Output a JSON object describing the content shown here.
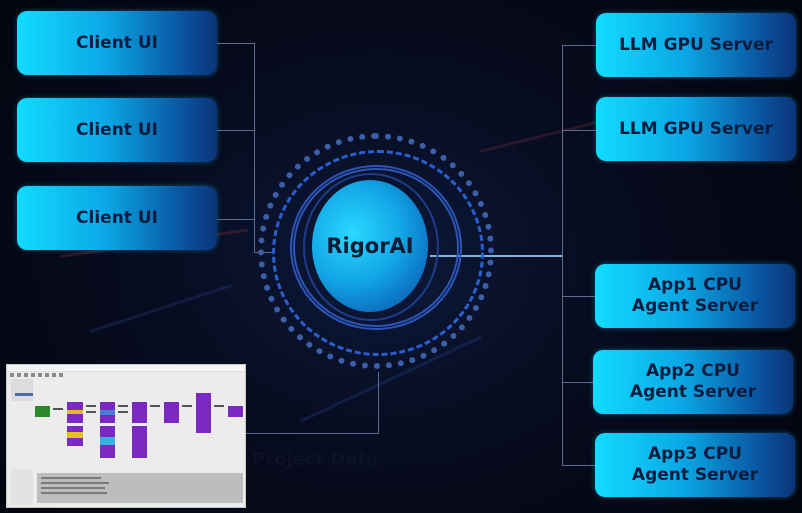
{
  "diagram": {
    "hub": {
      "label": "RigorAI"
    },
    "left_nodes": [
      {
        "label": "Client UI"
      },
      {
        "label": "Client UI"
      },
      {
        "label": "Client UI"
      }
    ],
    "right_nodes": [
      {
        "label": "LLM GPU Server"
      },
      {
        "label": "LLM GPU Server"
      },
      {
        "label": "App1 CPU\nAgent Server"
      },
      {
        "label": "App2 CPU\nAgent Server"
      },
      {
        "label": "App3 CPU\nAgent Server"
      }
    ],
    "project_data": {
      "label": "Project Data"
    }
  },
  "colors": {
    "node_gradient_start": "#12dcff",
    "node_gradient_end": "#0b3478",
    "node_text": "#0c1c3e",
    "background": "#03050f",
    "connector": "#5a6c8f",
    "hub_ring": "#2a5fd0"
  }
}
